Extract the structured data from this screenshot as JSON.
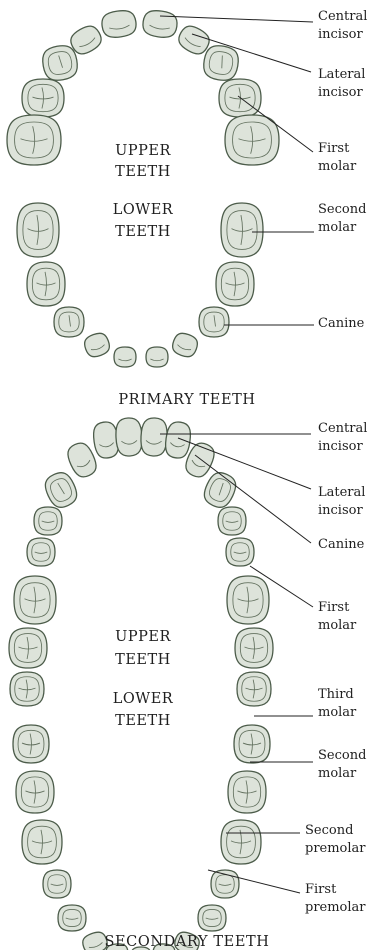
{
  "sections": [
    {
      "title": "PRIMARY TEETH",
      "upper_label": [
        "UPPER",
        "TEETH"
      ],
      "lower_label": [
        "LOWER",
        "TEETH"
      ],
      "labels": [
        [
          "Central",
          "incisor"
        ],
        [
          "Lateral",
          "incisor"
        ],
        [
          "First",
          "molar"
        ],
        [
          "Second",
          "molar"
        ],
        [
          "Canine"
        ]
      ]
    },
    {
      "title": "SECONDARY TEETH",
      "upper_label": [
        "UPPER",
        "TEETH"
      ],
      "lower_label": [
        "LOWER",
        "TEETH"
      ],
      "labels": [
        [
          "Central",
          "incisor"
        ],
        [
          "Lateral",
          "incisor"
        ],
        [
          "Canine"
        ],
        [
          "First",
          "molar"
        ],
        [
          "Third",
          "molar"
        ],
        [
          "Second",
          "molar"
        ],
        [
          "Second",
          "premolar"
        ],
        [
          "First",
          "premolar"
        ]
      ]
    }
  ]
}
